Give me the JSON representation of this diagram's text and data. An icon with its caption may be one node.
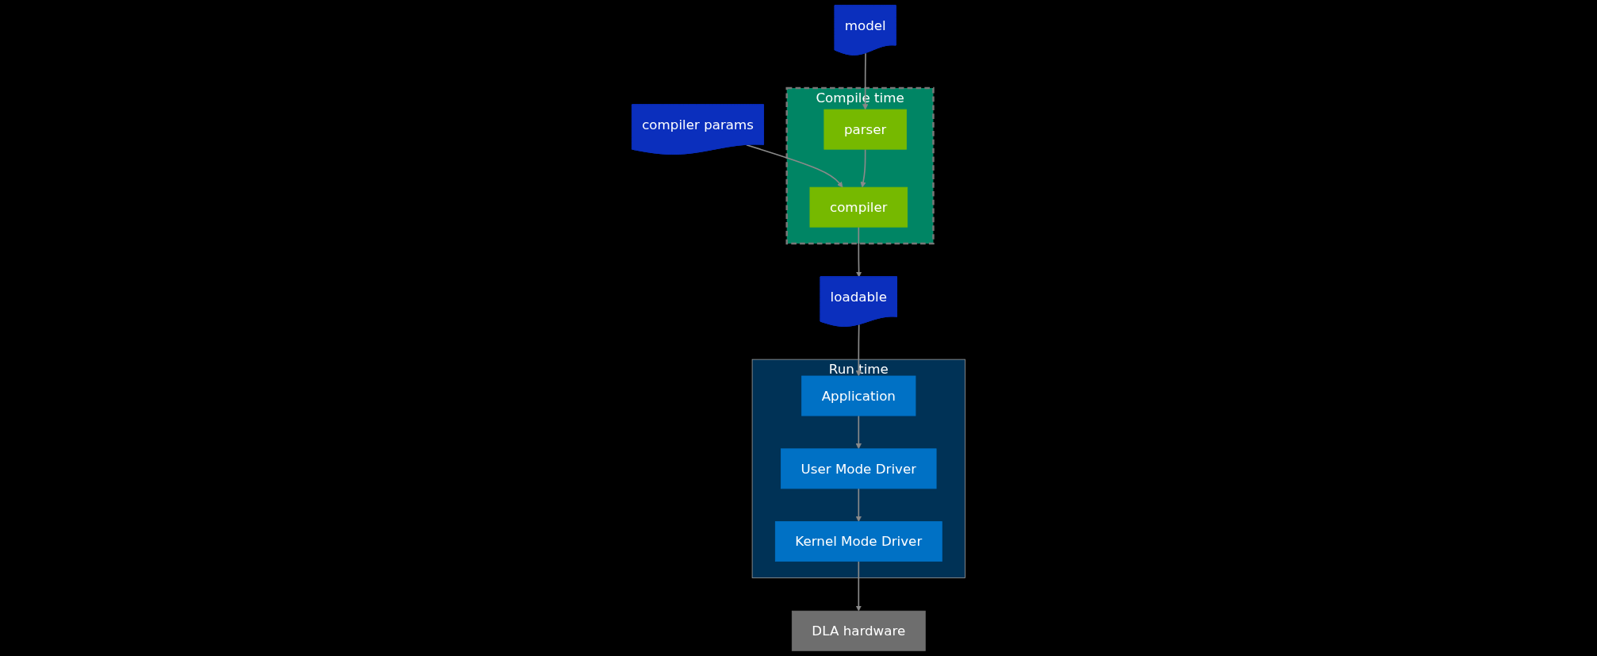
{
  "diagram": {
    "nodes": [
      {
        "text": [
          "model"
        ]
      },
      {
        "text": [
          "compiler params"
        ]
      },
      {
        "text": [
          "Compile time"
        ]
      },
      {
        "text": [
          "parser"
        ],
        "in": 2
      },
      {
        "text": [
          "compiler"
        ],
        "in": 2
      },
      {
        "text": [
          "loadable"
        ]
      },
      {
        "text": [
          "Run time"
        ]
      },
      {
        "text": [
          "Application"
        ],
        "in": 6
      },
      {
        "text": [
          "User Mode Driver"
        ],
        "in": 6
      },
      {
        "text": [
          "Kernel Mode Driver"
        ],
        "in": 6
      },
      {
        "text": [
          "DLA hardware"
        ]
      }
    ],
    "edges": [
      {
        "from": 0,
        "to": 3,
        "arrow": "to"
      },
      {
        "from": 1,
        "to": 4,
        "arrow": "to"
      },
      {
        "from": 3,
        "to": 4,
        "arrow": "to"
      },
      {
        "from": 4,
        "to": 5,
        "arrow": "to"
      },
      {
        "from": 5,
        "to": 7,
        "arrow": "to"
      },
      {
        "from": 7,
        "to": 8,
        "arrow": "to"
      },
      {
        "from": 8,
        "to": 9,
        "arrow": "to"
      },
      {
        "from": 9,
        "to": 10,
        "arrow": "to"
      }
    ]
  }
}
